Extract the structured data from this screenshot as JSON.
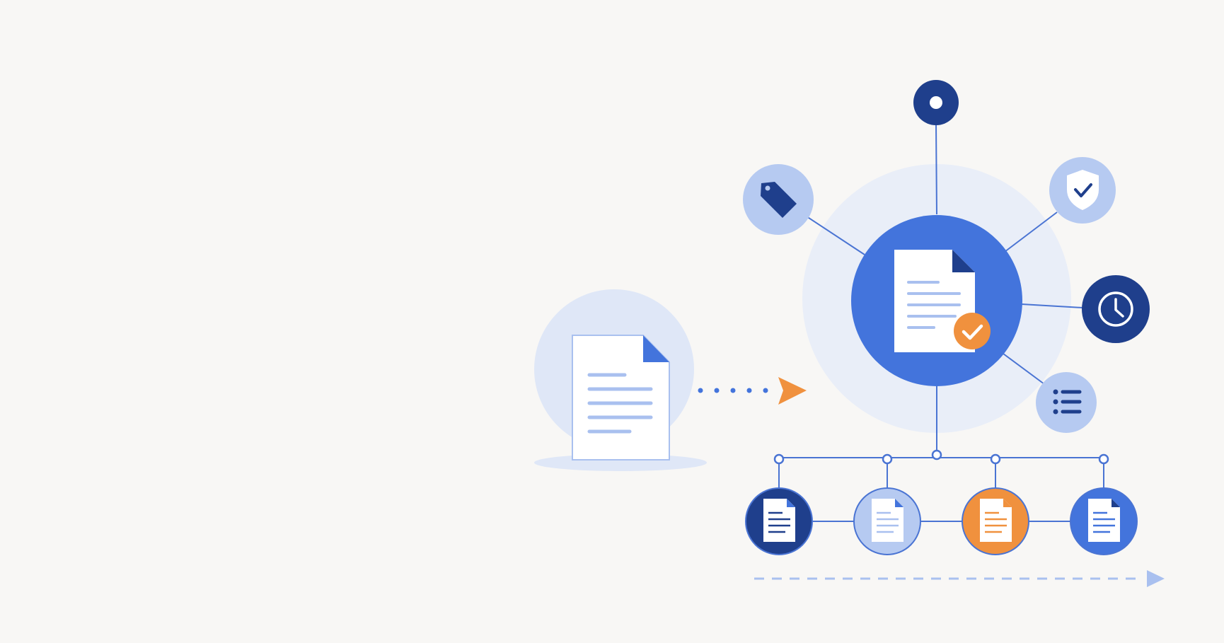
{
  "colors": {
    "background": "#f8f7f5",
    "primary_blue": "#4374dc",
    "navy": "#1f3f8c",
    "light_blue": "#b6caf1",
    "pale_halo": "#e9eef8",
    "accent_orange": "#f0913e",
    "connector": "#4a74d3",
    "doc_line": "#a9c0ef",
    "white": "#ffffff"
  },
  "diagram": {
    "source_document": {
      "icon": "document-icon"
    },
    "flow_arrow": {
      "style": "dotted",
      "color": "#f0913e"
    },
    "hub": {
      "icon": "document-check-icon",
      "badge_color": "#f0913e"
    },
    "satellites": [
      {
        "name": "top-node",
        "icon": "circle-dot-icon",
        "color": "#1f3f8c"
      },
      {
        "name": "tag-node",
        "icon": "tag-icon",
        "color": "#b6caf1"
      },
      {
        "name": "shield-node",
        "icon": "shield-check-icon",
        "color": "#b6caf1"
      },
      {
        "name": "clock-node",
        "icon": "clock-icon",
        "color": "#1f3f8c"
      },
      {
        "name": "list-node",
        "icon": "list-icon",
        "color": "#b6caf1"
      }
    ],
    "outputs": [
      {
        "name": "output-doc-1",
        "icon": "document-icon",
        "color": "#1f3f8c"
      },
      {
        "name": "output-doc-2",
        "icon": "document-icon",
        "color": "#b6caf1"
      },
      {
        "name": "output-doc-3",
        "icon": "document-icon",
        "color": "#f0913e"
      },
      {
        "name": "output-doc-4",
        "icon": "document-icon",
        "color": "#4374dc"
      }
    ],
    "timeline_arrow": {
      "style": "dashed",
      "color": "#a9c0ef"
    }
  }
}
